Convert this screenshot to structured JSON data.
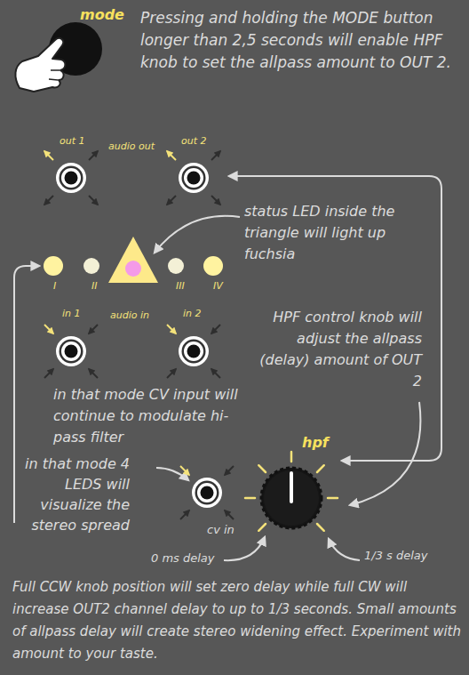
{
  "diagram": {
    "nodes": [
      {
        "text": [
          "mode"
        ]
      },
      {
        "text": [
          "out 1"
        ]
      },
      {
        "text": [
          "out 2"
        ]
      },
      {
        "text": [
          "I"
        ]
      },
      {
        "text": [
          "II"
        ]
      },
      {
        "text": [
          "III"
        ]
      },
      {
        "text": [
          "IV"
        ]
      },
      {
        "text": [
          "in 1"
        ]
      },
      {
        "text": [
          "in 2"
        ]
      },
      {
        "text": [
          "cv in"
        ]
      },
      {
        "text": [
          "hpf"
        ]
      }
    ],
    "edges": [
      {
        "from": 10,
        "to": 2,
        "arrow": "both"
      }
    ],
    "labels": [
      "Pressing and holding the MODE button longer than 2,5 seconds will enable HPF knob to set the allpass amount to OUT 2.",
      "audio out",
      "status LED inside the triangle will light up fuchsia",
      "audio in",
      "HPF control knob will adjust the allpass (delay) amount of OUT 2",
      "in that mode CV input will continue to modulate hi-pass filter",
      "in that mode 4 LEDS will visualize the stereo spread",
      "0 ms delay",
      "1/3 s delay",
      "Full CCW knob position will set zero delay while full CW will increase OUT2 channel delay to up to 1/3 seconds. Small amounts of allpass delay will create stereo widening effect. Experiment with amount to your taste."
    ]
  }
}
